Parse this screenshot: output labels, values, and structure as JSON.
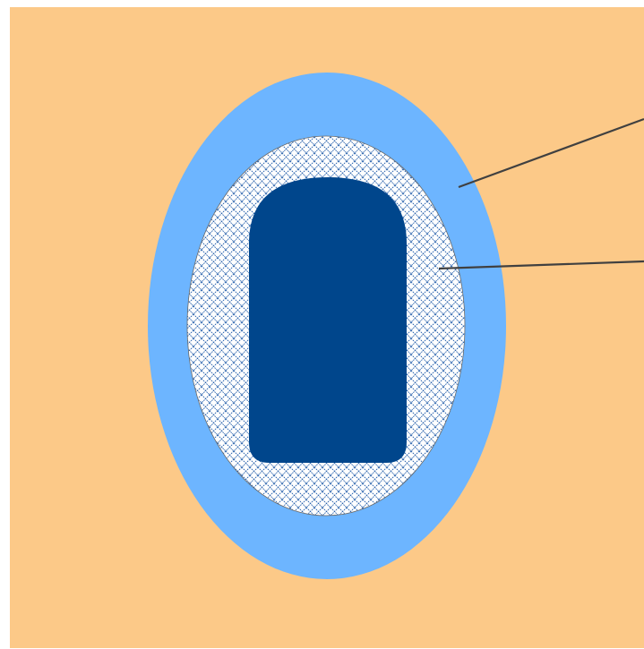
{
  "diagram": {
    "colors": {
      "background": "#FCC988",
      "outer_layer": "#6DB5FF",
      "middle_layer_fill": "#FFFFFF",
      "middle_layer_hatch": "#1E5AA8",
      "core": "#00468C",
      "leader_line": "#404040"
    },
    "layers": [
      {
        "name": "outer-layer",
        "shape": "ellipse",
        "pattern": "solid"
      },
      {
        "name": "middle-layer",
        "shape": "ellipse",
        "pattern": "crosshatch"
      },
      {
        "name": "core",
        "shape": "arch-rounded-rectangle",
        "pattern": "solid"
      }
    ],
    "callouts": [
      {
        "target": "outer-layer",
        "label": ""
      },
      {
        "target": "middle-layer",
        "label": ""
      }
    ]
  }
}
